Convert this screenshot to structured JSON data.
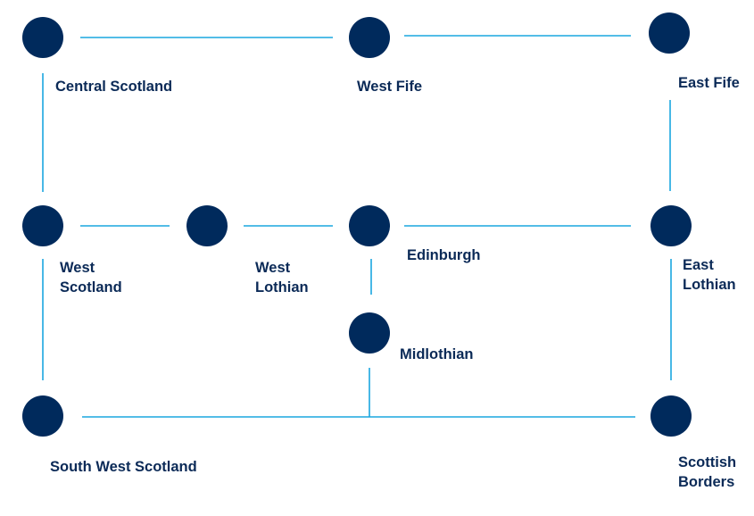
{
  "colors": {
    "node": "#002a5c",
    "connector": "#1aa7df",
    "label": "#0b2a57"
  },
  "nodes": [
    {
      "id": "central-scotland",
      "label_lines": [
        "Central Scotland"
      ]
    },
    {
      "id": "west-fife",
      "label_lines": [
        "West Fife"
      ]
    },
    {
      "id": "east-fife",
      "label_lines": [
        "East Fife"
      ]
    },
    {
      "id": "west-scotland",
      "label_lines": [
        "West",
        "Scotland"
      ]
    },
    {
      "id": "west-lothian",
      "label_lines": [
        "West",
        "Lothian"
      ]
    },
    {
      "id": "edinburgh",
      "label_lines": [
        "Edinburgh"
      ]
    },
    {
      "id": "east-lothian",
      "label_lines": [
        "East",
        "Lothian"
      ]
    },
    {
      "id": "midlothian",
      "label_lines": [
        "Midlothian"
      ]
    },
    {
      "id": "south-west-scotland",
      "label_lines": [
        "South West Scotland"
      ]
    },
    {
      "id": "scottish-borders",
      "label_lines": [
        "Scottish",
        "Borders"
      ]
    }
  ],
  "connections": [
    [
      "central-scotland",
      "west-fife"
    ],
    [
      "west-fife",
      "east-fife"
    ],
    [
      "central-scotland",
      "west-scotland"
    ],
    [
      "east-fife",
      "east-lothian"
    ],
    [
      "west-scotland",
      "west-lothian"
    ],
    [
      "west-lothian",
      "edinburgh"
    ],
    [
      "edinburgh",
      "east-lothian"
    ],
    [
      "edinburgh",
      "midlothian"
    ],
    [
      "west-scotland",
      "south-west-scotland"
    ],
    [
      "east-lothian",
      "scottish-borders"
    ],
    [
      "south-west-scotland",
      "scottish-borders"
    ],
    [
      "midlothian",
      "south-west-scotland-scottish-borders-line"
    ]
  ]
}
